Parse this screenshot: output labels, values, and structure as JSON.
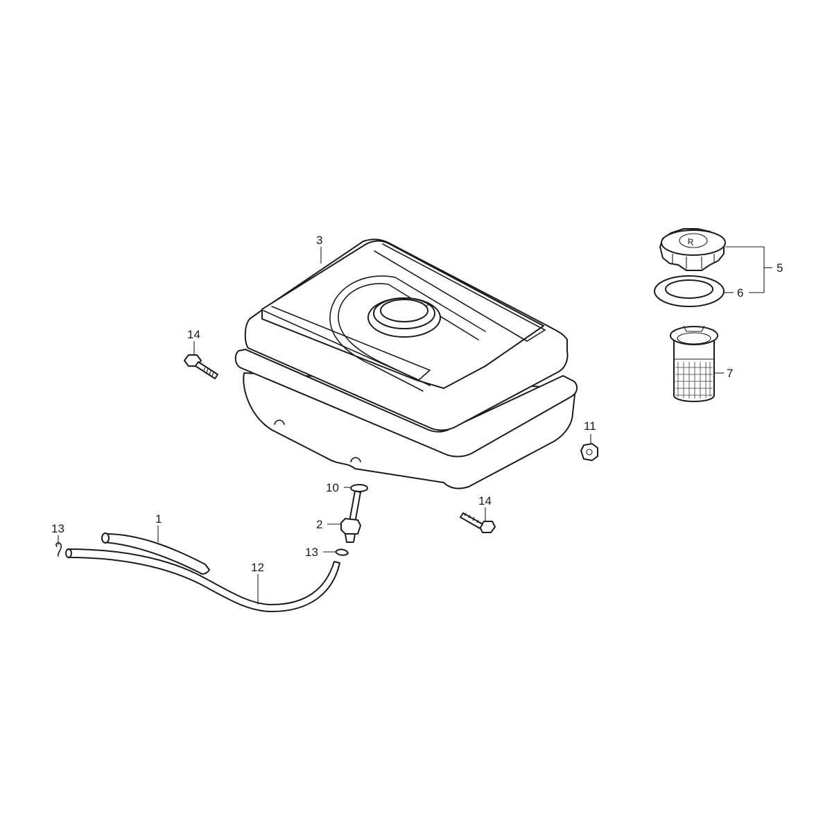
{
  "diagram": {
    "type": "exploded-parts-diagram",
    "subject": "fuel tank assembly",
    "callouts": [
      {
        "id": "c1",
        "number": "1",
        "part": "fuel-tube-short"
      },
      {
        "id": "c2",
        "number": "2",
        "part": "fuel-strainer-cock"
      },
      {
        "id": "c3",
        "number": "3",
        "part": "fuel-tank"
      },
      {
        "id": "c5",
        "number": "5",
        "part": "fuel-filler-cap-assembly"
      },
      {
        "id": "c6",
        "number": "6",
        "part": "filler-cap-gasket"
      },
      {
        "id": "c7",
        "number": "7",
        "part": "fuel-filter-screen"
      },
      {
        "id": "c10",
        "number": "10",
        "part": "o-ring"
      },
      {
        "id": "c11",
        "number": "11",
        "part": "flange-nut"
      },
      {
        "id": "c12",
        "number": "12",
        "part": "fuel-tube-long"
      },
      {
        "id": "c13a",
        "number": "13",
        "part": "tube-clip"
      },
      {
        "id": "c13b",
        "number": "13",
        "part": "tube-clip"
      },
      {
        "id": "c14a",
        "number": "14",
        "part": "flange-bolt"
      },
      {
        "id": "c14b",
        "number": "14",
        "part": "flange-bolt"
      }
    ],
    "colors": {
      "line": "#1a1a1a",
      "background": "#ffffff"
    }
  }
}
